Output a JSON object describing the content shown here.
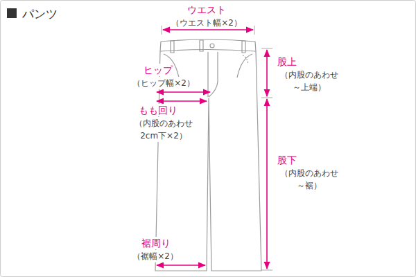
{
  "diagram": {
    "title": "パンツ",
    "labels": [
      "ウエスト",
      "（ウエスト幅×2）",
      "股上",
      "（内股のあわせ ～上端）",
      "ヒップ",
      "（ヒップ幅×2）",
      "もも回り",
      "（内股のあわせ 2cm下×2）",
      "股下",
      "（内股のあわせ ～裾）",
      "裾周り",
      "（裾幅×2）"
    ]
  }
}
